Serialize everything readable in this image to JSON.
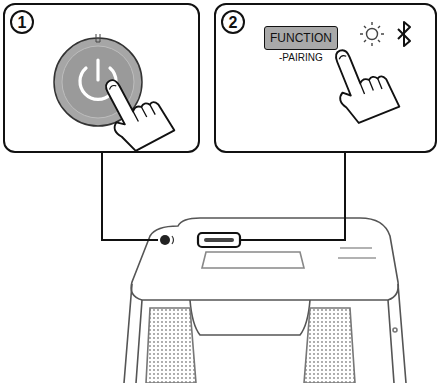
{
  "diagram": {
    "nodes": [
      {
        "text": [
          "1"
        ]
      },
      {
        "text": [
          "2"
        ]
      },
      {
        "text": [
          "FUNCTION",
          "-PAIRING"
        ],
        "in": 1
      }
    ]
  }
}
